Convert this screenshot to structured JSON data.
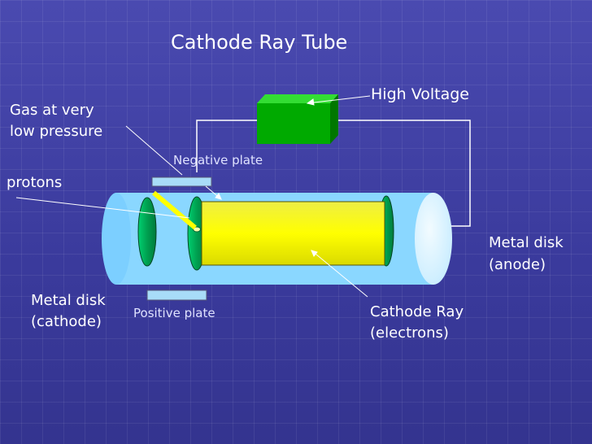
{
  "title": "Cathode Ray Tube",
  "labels": {
    "high_voltage": "High Voltage",
    "gas_line1": "Gas at very",
    "gas_line2": "low pressure",
    "negative_plate": "Negative plate",
    "protons": "protons",
    "anode_line1": "Metal disk",
    "anode_line2": "(anode)",
    "cathode_line1": "Metal disk",
    "cathode_line2": "(cathode)",
    "positive_plate": "Positive plate",
    "ray_line1": "Cathode Ray",
    "ray_line2": "(electrons)"
  },
  "colors": {
    "tube": "#8ad7ff",
    "beam": "#ffff00",
    "power_supply": "#00aa00",
    "disk": "#00b050",
    "background": "#3b3b9e"
  }
}
